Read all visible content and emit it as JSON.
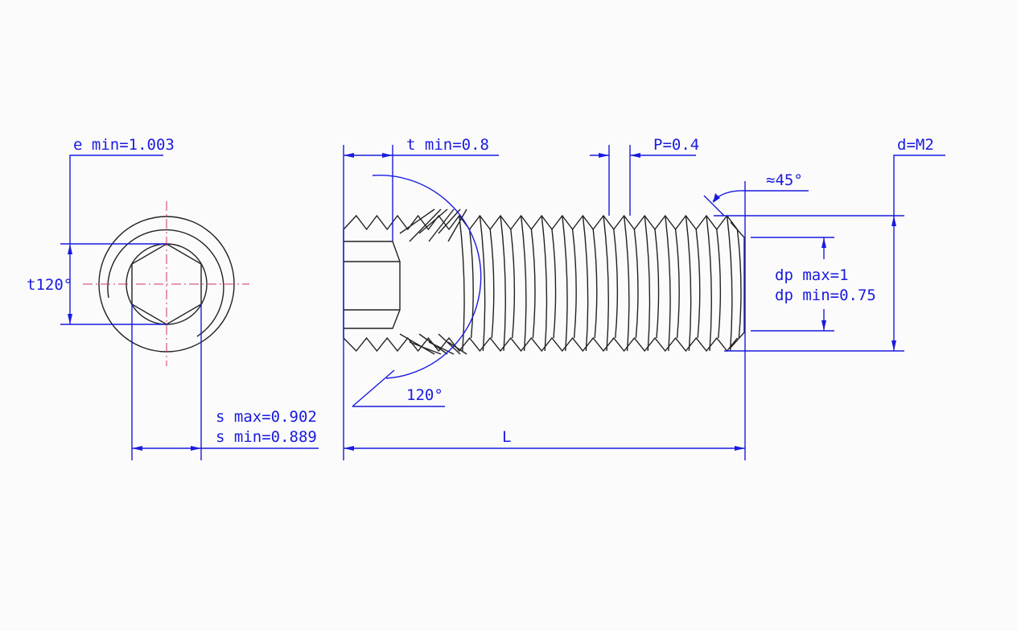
{
  "drawing": {
    "title": "Hexagon socket set screw with cone point",
    "labels": {
      "e_min": "e min=1.003",
      "t_angle": "t120°",
      "s_max": "s max=0.902",
      "s_min": "s min=0.889",
      "t_min": "t min=0.8",
      "pitch": "P=0.4",
      "chamfer": "≈45°",
      "d": "d=M2",
      "dp_max": "dp max=1",
      "dp_min": "dp min=0.75",
      "cone_angle": "120°",
      "length": "L"
    },
    "colors": {
      "dimension": "#1a1ae0",
      "object": "#222222",
      "centerline": "#d0306a"
    }
  }
}
